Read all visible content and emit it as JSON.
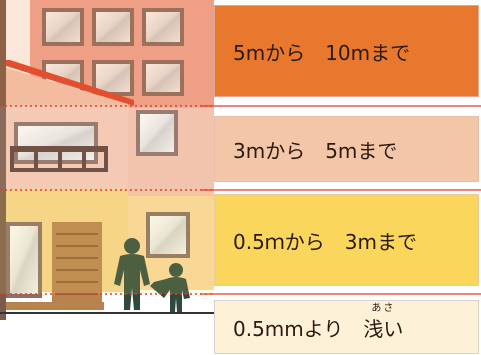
{
  "legend": {
    "band_10m": "5mから　10mまで",
    "band_5m": "3mから　5mまで",
    "band_3m": "0.5ｍから　3mまで",
    "band_05": {
      "prefix": "0.5mmより　",
      "word": "浅い",
      "reading": "あさ"
    }
  },
  "colors": {
    "band_10m": "#e9782f",
    "band_5m": "#f4c6a8",
    "band_3m": "#fad65d",
    "band_05": "#fdf1d8",
    "divider_line": "#e83a2a"
  },
  "icons": {
    "house": "house-illustration",
    "people": "adult-and-child-silhouette"
  }
}
